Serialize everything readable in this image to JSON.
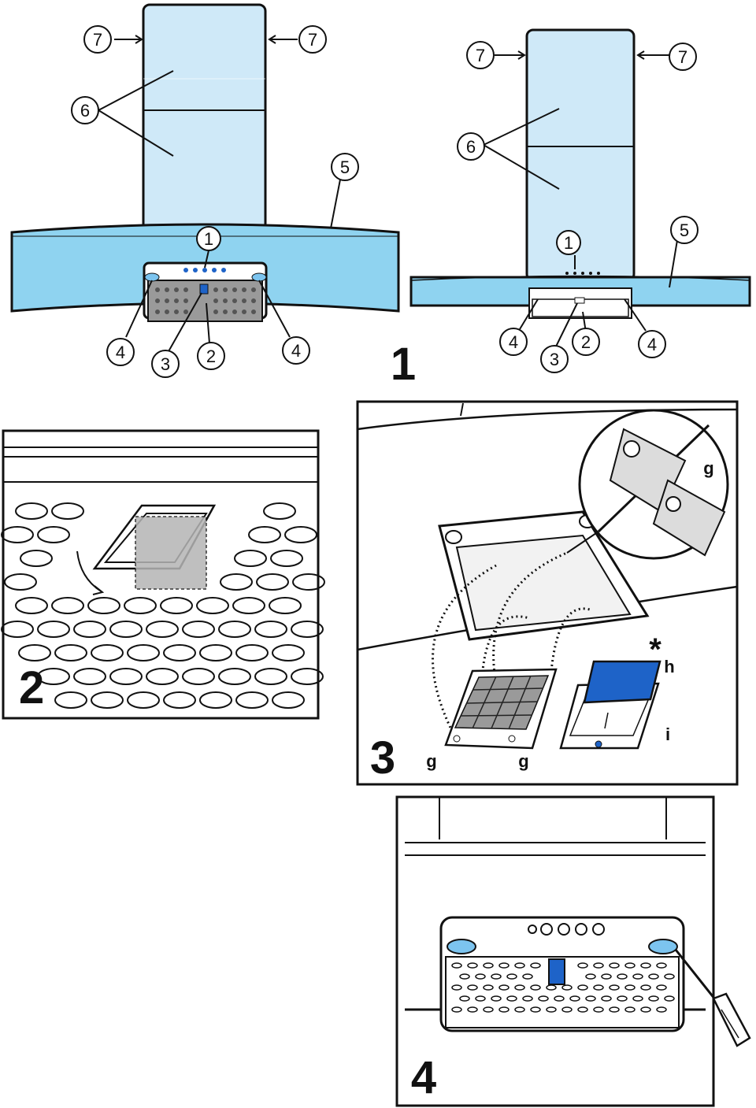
{
  "figure1": {
    "number": "1",
    "left": {
      "callouts": [
        "7",
        "7",
        "6",
        "5",
        "1",
        "4",
        "3",
        "2",
        "4"
      ]
    },
    "right": {
      "callouts": [
        "7",
        "7",
        "6",
        "5",
        "1",
        "4",
        "3",
        "2",
        "4"
      ]
    }
  },
  "figure2": {
    "number": "2"
  },
  "figure3": {
    "number": "3",
    "letters": {
      "g_detail": "g",
      "g_left": "g",
      "g_right": "g",
      "h": "h",
      "i": "i",
      "asterisk": "*"
    }
  },
  "figure4": {
    "number": "4"
  },
  "colors": {
    "glass": "#cfe9f8",
    "canopy": "#8fd3f0",
    "blue": "#1e63c8",
    "light_blue": "#7cc4ef"
  },
  "icons": [
    "arrow-icon",
    "screwdriver-icon",
    "grease-filter-icon",
    "charcoal-filter-icon"
  ]
}
